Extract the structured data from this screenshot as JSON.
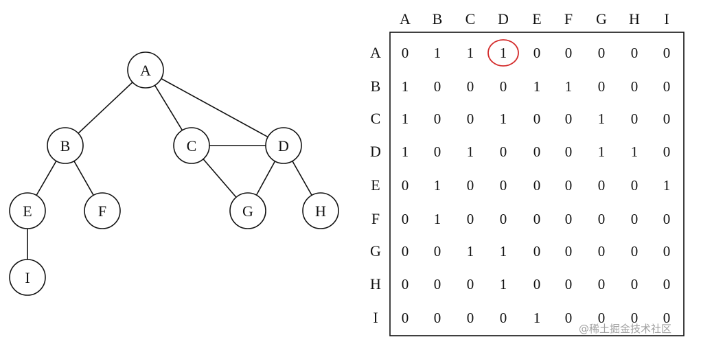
{
  "graph": {
    "nodes": [
      "A",
      "B",
      "C",
      "D",
      "E",
      "F",
      "G",
      "H",
      "I"
    ],
    "edges": [
      [
        "A",
        "B"
      ],
      [
        "A",
        "C"
      ],
      [
        "A",
        "D"
      ],
      [
        "B",
        "E"
      ],
      [
        "B",
        "F"
      ],
      [
        "C",
        "D"
      ],
      [
        "C",
        "G"
      ],
      [
        "D",
        "G"
      ],
      [
        "D",
        "H"
      ],
      [
        "E",
        "I"
      ]
    ]
  },
  "matrix": {
    "columns": [
      "A",
      "B",
      "C",
      "D",
      "E",
      "F",
      "G",
      "H",
      "I"
    ],
    "rows": [
      "A",
      "B",
      "C",
      "D",
      "E",
      "F",
      "G",
      "H",
      "I"
    ],
    "values": [
      [
        0,
        1,
        1,
        1,
        0,
        0,
        0,
        0,
        0
      ],
      [
        1,
        0,
        0,
        0,
        1,
        1,
        0,
        0,
        0
      ],
      [
        1,
        0,
        0,
        1,
        0,
        0,
        1,
        0,
        0
      ],
      [
        1,
        0,
        1,
        0,
        0,
        0,
        1,
        1,
        0
      ],
      [
        0,
        1,
        0,
        0,
        0,
        0,
        0,
        0,
        1
      ],
      [
        0,
        1,
        0,
        0,
        0,
        0,
        0,
        0,
        0
      ],
      [
        0,
        0,
        1,
        1,
        0,
        0,
        0,
        0,
        0
      ],
      [
        0,
        0,
        0,
        1,
        0,
        0,
        0,
        0,
        0
      ],
      [
        0,
        0,
        0,
        0,
        1,
        0,
        0,
        0,
        0
      ]
    ],
    "highlight": {
      "row": 0,
      "col": 3,
      "color": "#d42d2d"
    }
  },
  "watermark": "@稀土掘金技术社区"
}
